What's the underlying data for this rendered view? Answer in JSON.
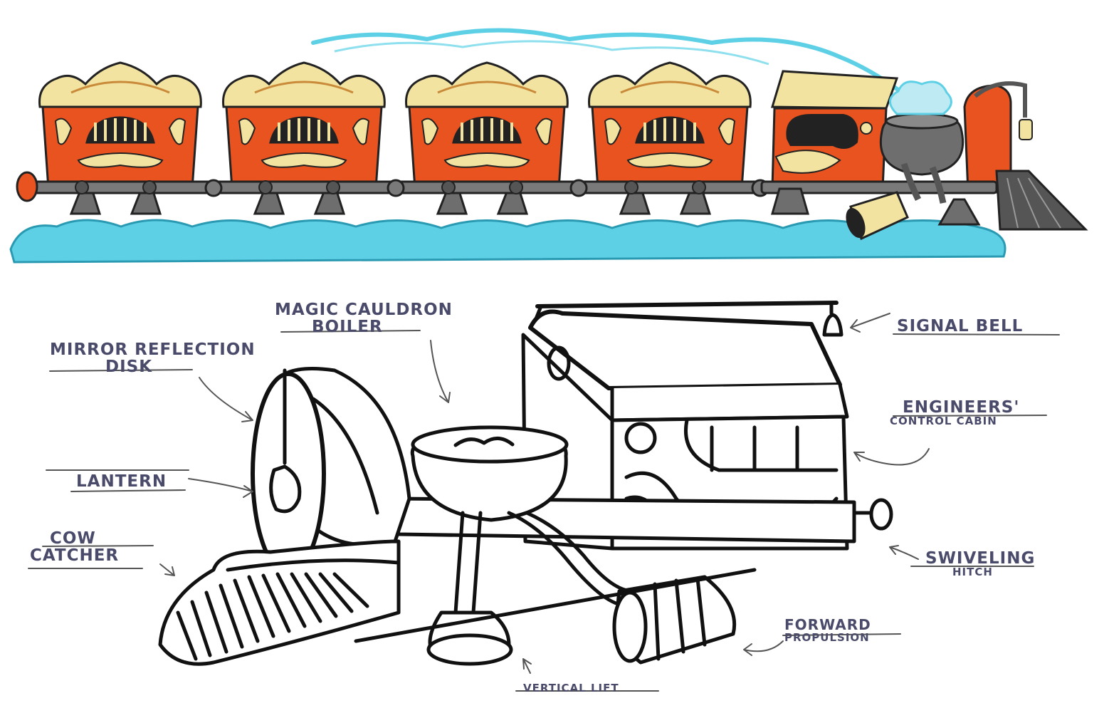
{
  "labels": {
    "magic_cauldron_line1": "MAGIC CAULDRON",
    "magic_cauldron_line2": "BOILER",
    "mirror_disk_line1": "MIRROR REFLECTION",
    "mirror_disk_line2": "DISK",
    "lantern": "LANTERN",
    "cow_catcher_line1": "COW",
    "cow_catcher_line2": "CATCHER",
    "signal_bell": "SIGNAL BELL",
    "engineers_cabin_line1": "ENGINEERS'",
    "engineers_cabin_line2": "CONTROL CABIN",
    "swiveling_hitch_line1": "SWIVELING",
    "swiveling_hitch_line2": "HITCH",
    "forward_propulsion_line1": "FORWARD",
    "forward_propulsion_line2": "PROPULSION",
    "vertical_lift": "VERTICAL LIFT"
  },
  "colors": {
    "car_body": "#e8531f",
    "car_trim": "#f3e3a0",
    "steam": "#5ed0e6",
    "steel": "#7a7a7a",
    "ink": "#222222",
    "label_ink": "#4a4a6a"
  }
}
